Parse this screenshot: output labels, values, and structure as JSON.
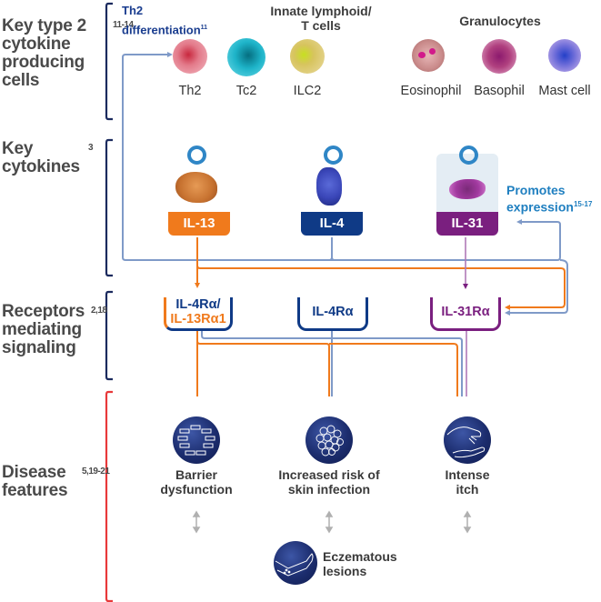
{
  "rows": {
    "cells": {
      "label": "Key type 2 cytokine producing cells",
      "refs": "11-14"
    },
    "cytokines": {
      "label": "Key cytokines",
      "refs": "3"
    },
    "receptors": {
      "label": "Receptors mediating signaling",
      "refs": "2,18"
    },
    "disease": {
      "label": "Disease features",
      "refs": "5,19-21"
    }
  },
  "th2_note": {
    "line1": "Th2",
    "line2": "differentiation",
    "ref": "11"
  },
  "groups": {
    "innate": {
      "line1": "Innate lymphoid/",
      "line2": "T cells"
    },
    "granulocytes": "Granulocytes"
  },
  "cells": [
    {
      "label": "Th2",
      "color": "#e07a8a"
    },
    {
      "label": "Tc2",
      "color": "#1fb3c9"
    },
    {
      "label": "ILC2",
      "color": "#d8c15a"
    },
    {
      "label": "Eosinophil",
      "color": "#c98a8a"
    },
    {
      "label": "Basophil",
      "color": "#b0407f"
    },
    {
      "label": "Mast cell",
      "color": "#8a7fd8"
    }
  ],
  "cytokines": [
    {
      "label": "IL-13",
      "color": "#f07a1c",
      "protein_color": "#d9803a"
    },
    {
      "label": "IL-4",
      "color": "#0f3a86",
      "protein_color": "#3a46b8"
    },
    {
      "label": "IL-31",
      "color": "#7a1f7f",
      "protein_color": "#a23aa0"
    }
  ],
  "promotes": {
    "line1": "Promotes",
    "line2": "expression",
    "ref": "15-17"
  },
  "receptors": {
    "r1_top": "IL-4Rα/",
    "r1_bottom": "IL-13Rα1",
    "r2": "IL-4Rα",
    "r3": "IL-31Rα"
  },
  "features": [
    {
      "line1": "Barrier",
      "line2": "dysfunction",
      "icon": "brick-wall-icon"
    },
    {
      "line1": "Increased risk of",
      "line2": "skin infection",
      "icon": "bacteria-cluster-icon"
    },
    {
      "line1": "Intense",
      "line2": "itch",
      "icon": "scratching-hand-icon"
    }
  ],
  "eczema": {
    "line1": "Eczematous",
    "line2": "lesions",
    "icon": "arm-lesion-icon"
  },
  "colors": {
    "navy": "#1b2a5e",
    "orange": "#f07a1c",
    "purple": "#7a1f7f",
    "steel": "#7f9ac8",
    "blue_text": "#1a3d8f",
    "promote_blue": "#1f7fc0",
    "red_bracket": "#e8393a"
  }
}
